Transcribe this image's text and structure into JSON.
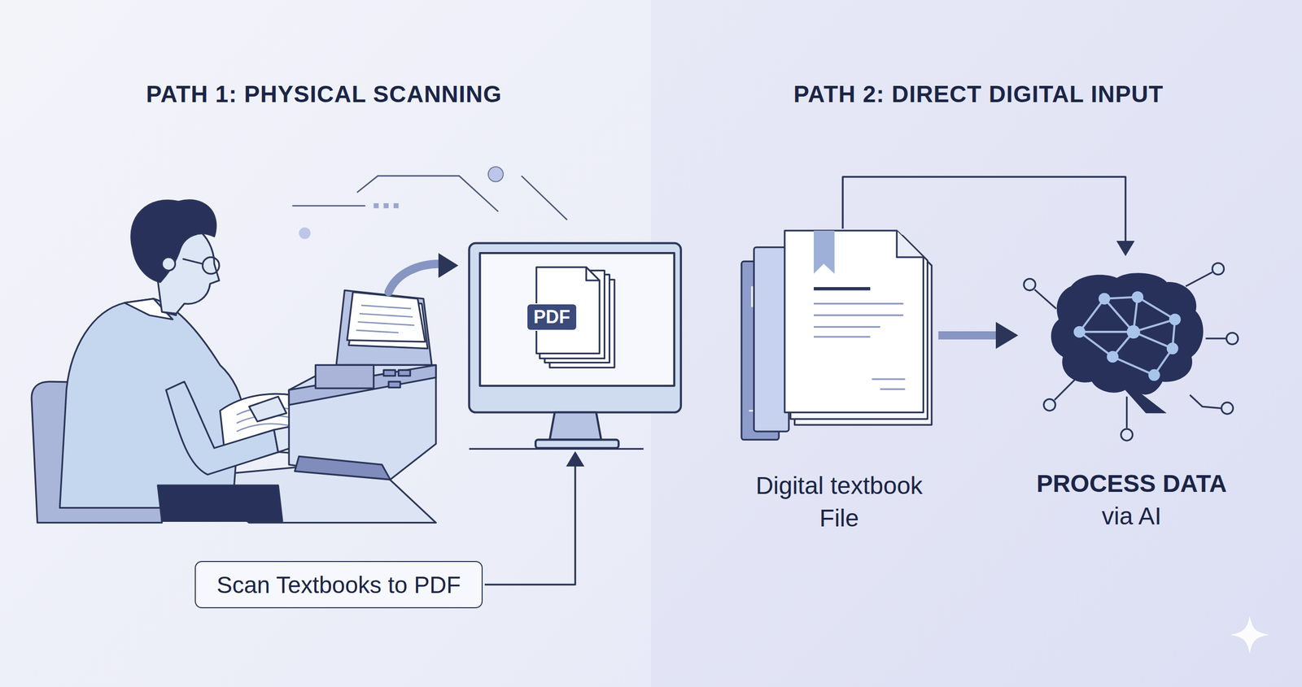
{
  "diagram": {
    "nodes": [
      {
        "text": [
          "Scan Textbooks to PDF"
        ]
      },
      {
        "text": [
          "PDF"
        ]
      },
      {
        "text": [
          "Digital textbook File"
        ]
      },
      {
        "text": [
          "PROCESS DATA",
          "via AI"
        ]
      }
    ],
    "edges": [
      {
        "from": 0,
        "to": 1,
        "arrow": "to"
      },
      {
        "from": 2,
        "to": 3,
        "arrow": "to"
      },
      {
        "from": 2,
        "to": 3,
        "arrow": "to"
      }
    ],
    "labels": [
      "PATH 1: PHYSICAL SCANNING",
      "PATH 2: DIRECT DIGITAL INPUT"
    ]
  }
}
